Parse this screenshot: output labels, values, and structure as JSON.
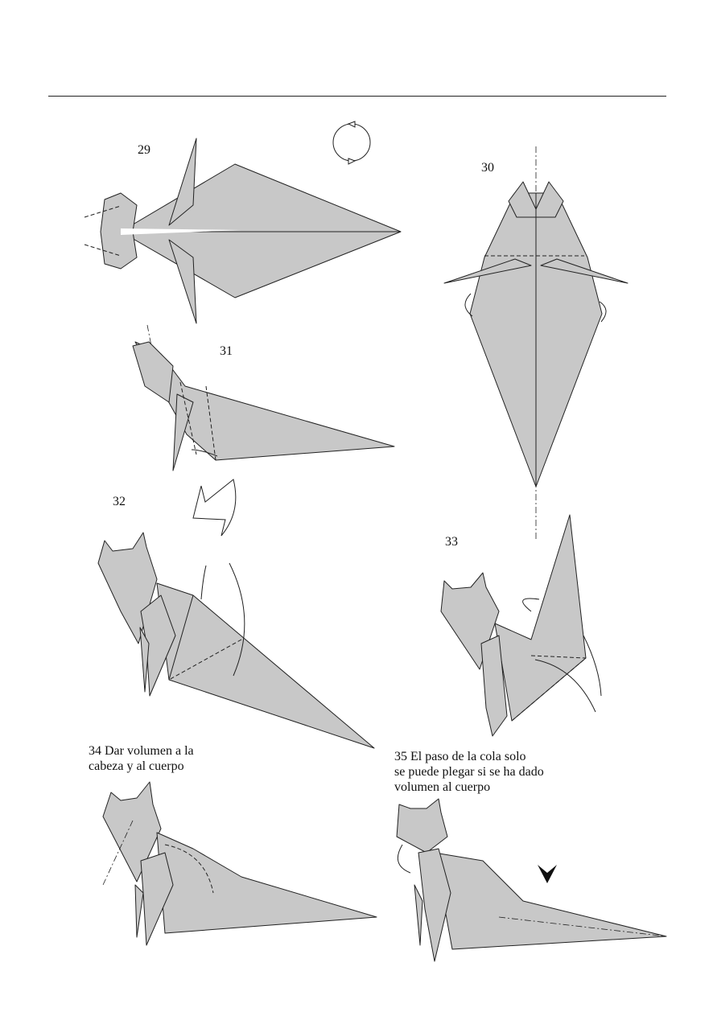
{
  "steps": [
    {
      "number": "29"
    },
    {
      "number": "30"
    },
    {
      "number": "31"
    },
    {
      "number": "32"
    },
    {
      "number": "33"
    },
    {
      "number": "34",
      "caption_lines": [
        "Dar volumen a la",
        "cabeza y al cuerpo"
      ]
    },
    {
      "number": "35",
      "caption_lines": [
        "El paso de la cola solo",
        "se puede plegar si se ha dado",
        "volumen al cuerpo"
      ]
    }
  ],
  "colors": {
    "paper": "#c8c8c8",
    "line": "#222222"
  }
}
